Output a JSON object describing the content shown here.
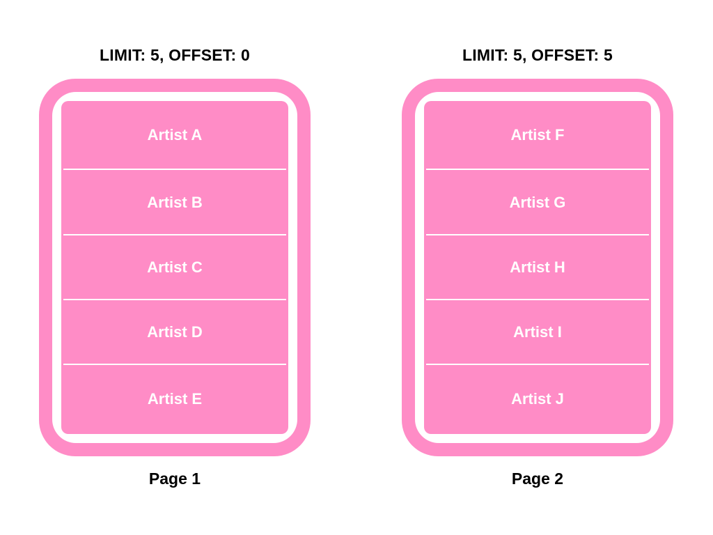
{
  "colors": {
    "accent": "#ff8cc6",
    "background": "#ffffff",
    "text": "#000000",
    "row_text": "#ffffff"
  },
  "pages": [
    {
      "header": "LIMIT: 5, OFFSET: 0",
      "label": "Page 1",
      "items": [
        "Artist A",
        "Artist B",
        "Artist C",
        "Artist D",
        "Artist E"
      ]
    },
    {
      "header": "LIMIT: 5, OFFSET: 5",
      "label": "Page 2",
      "items": [
        "Artist F",
        "Artist G",
        "Artist H",
        "Artist I",
        "Artist J"
      ]
    }
  ]
}
